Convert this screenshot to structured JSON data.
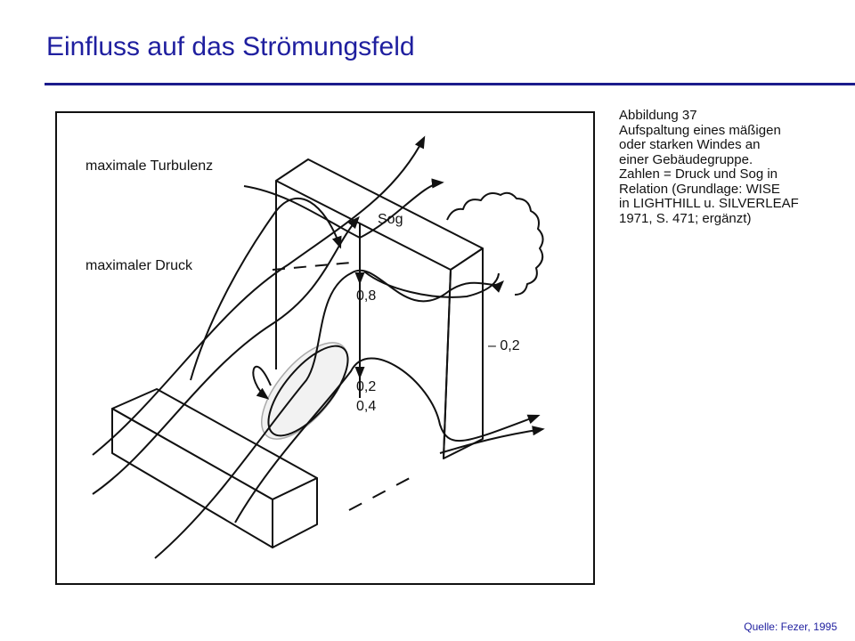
{
  "slide": {
    "title": "Einfluss auf das Strömungsfeld",
    "source": "Quelle: Fezer, 1995",
    "title_color": "#1f1f9f"
  },
  "figure": {
    "label_turbulenz": "maximale Turbulenz",
    "label_druck": "maximaler Druck",
    "label_sog": "Sog",
    "value_08": "0,8",
    "value_m02": "– 0,2",
    "value_02": "0,2",
    "value_04": "0,4"
  },
  "caption": {
    "lines": [
      "Abbildung 37",
      "Aufspaltung eines mäßigen",
      "oder starken Windes an",
      "einer Gebäudegruppe.",
      "Zahlen = Druck und Sog in",
      "Relation (Grundlage: WISE",
      "in LIGHTHILL u. SILVERLEAF",
      "1971, S. 471; ergänzt)"
    ]
  }
}
